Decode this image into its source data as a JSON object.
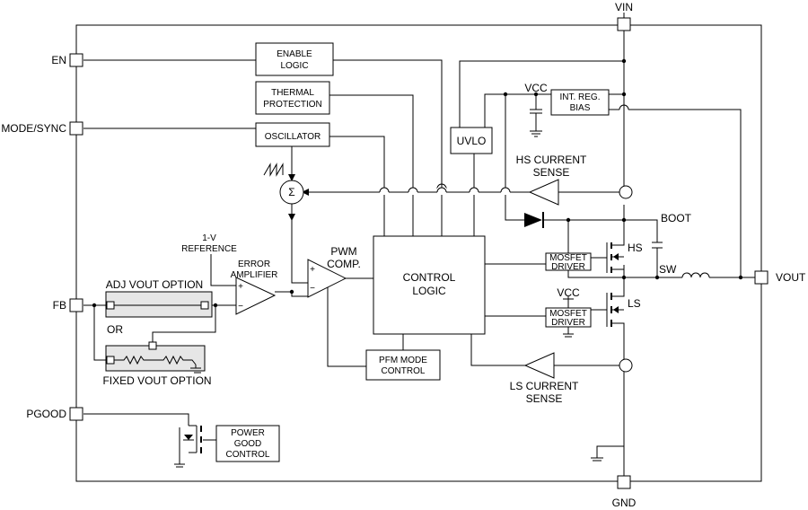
{
  "pins": {
    "vin": "VIN",
    "gnd": "GND",
    "en": "EN",
    "mode_sync": "MODE/SYNC",
    "fb": "FB",
    "pgood": "PGOOD",
    "vout": "VOUT"
  },
  "blocks": {
    "enable_logic": [
      "ENABLE",
      "LOGIC"
    ],
    "thermal_protection": [
      "THERMAL",
      "PROTECTION"
    ],
    "oscillator": "OSCILLATOR",
    "uvlo": "UVLO",
    "int_reg_bias": [
      "INT. REG.",
      "BIAS"
    ],
    "control_logic": [
      "CONTROL",
      "LOGIC"
    ],
    "pfm_mode_control": [
      "PFM MODE",
      "CONTROL"
    ],
    "power_good_control": [
      "POWER",
      "GOOD",
      "CONTROL"
    ],
    "hs_mosfet_driver": [
      "MOSFET",
      "DRIVER"
    ],
    "ls_mosfet_driver": [
      "MOSFET",
      "DRIVER"
    ]
  },
  "labels": {
    "vcc_top": "VCC",
    "vcc_ls": "VCC",
    "hs_current_sense": [
      "HS CURRENT",
      "SENSE"
    ],
    "ls_current_sense": [
      "LS CURRENT",
      "SENSE"
    ],
    "boot": "BOOT",
    "sw": "SW",
    "hs": "HS",
    "ls": "LS",
    "reference": [
      "1-V",
      "REFERENCE"
    ],
    "error_amplifier": [
      "ERROR",
      "AMPLIFIER"
    ],
    "pwm_comp": [
      "PWM",
      "COMP."
    ],
    "adj_vout_option": "ADJ VOUT OPTION",
    "or": "OR",
    "fixed_vout_option": "FIXED VOUT OPTION",
    "sum_symbol": "Σ",
    "plus": "+",
    "minus": "−"
  }
}
